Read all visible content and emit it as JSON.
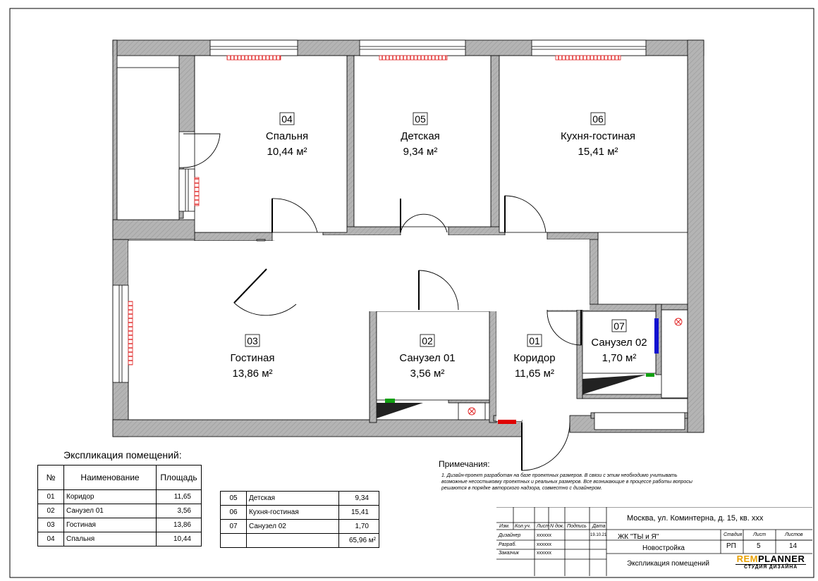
{
  "rooms": [
    {
      "num": "01",
      "name": "Коридор",
      "area": "11,65 м²"
    },
    {
      "num": "02",
      "name": "Санузел 01",
      "area": "3,56 м²"
    },
    {
      "num": "03",
      "name": "Гостиная",
      "area": "13,86 м²"
    },
    {
      "num": "04",
      "name": "Спальня",
      "area": "10,44 м²"
    },
    {
      "num": "05",
      "name": "Детская",
      "area": "9,34 м²"
    },
    {
      "num": "06",
      "name": "Кухня-гостиная",
      "area": "15,41 м²"
    },
    {
      "num": "07",
      "name": "Санузел 02",
      "area": "1,70 м²"
    }
  ],
  "explication": {
    "title": "Экспликация помещений:",
    "headers": {
      "num": "№",
      "name": "Наименование",
      "area": "Площадь"
    },
    "left_rows": [
      {
        "num": "01",
        "name": "Коридор",
        "area": "11,65"
      },
      {
        "num": "02",
        "name": "Санузел 01",
        "area": "3,56"
      },
      {
        "num": "03",
        "name": "Гостиная",
        "area": "13,86"
      },
      {
        "num": "04",
        "name": "Спальня",
        "area": "10,44"
      }
    ],
    "right_rows": [
      {
        "num": "05",
        "name": "Детская",
        "area": "9,34"
      },
      {
        "num": "06",
        "name": "Кухня-гостиная",
        "area": "15,41"
      },
      {
        "num": "07",
        "name": "Санузел 02",
        "area": "1,70"
      }
    ],
    "total": "65,96 м²"
  },
  "notes": {
    "title": "Примечания:",
    "text": "1. Дизайн-проект разработан на базе проектных размеров. В связи с этим необходимо учитывать возможные несостыковку проектных и реальных размеров. Все возникающие в процессе работы вопросы решаются в порядке авторского надзора, совместно с дизайнером."
  },
  "title_block": {
    "address": "Москва, ул. Коминтерна, д. 15, кв. ххх",
    "col_headers": [
      "Изм.",
      "Кол.уч.",
      "Лист",
      "N док.",
      "Подпись",
      "Дата"
    ],
    "roles": [
      {
        "role": "Дизайнер",
        "name": "хххххх",
        "date": "19.10.21"
      },
      {
        "role": "Разраб.",
        "name": "хххххх",
        "date": ""
      },
      {
        "role": "Заказчик",
        "name": "хххххх",
        "date": ""
      }
    ],
    "complex": "ЖК \"ТЫ и Я\"",
    "type": "Новостройка",
    "sheet_name": "Экспликация помещений",
    "stage_label": "Стадия",
    "sheet_label": "Лист",
    "sheets_label": "Листов",
    "stage": "РП",
    "sheet": "5",
    "sheets": "14",
    "logo_main_a": "REM",
    "logo_main_b": "PLANNER",
    "logo_sub": "СТУДИЯ ДИЗАЙНА"
  },
  "colors": {
    "wall": "#b4b4b4",
    "heater": "#e02020",
    "blue": "#1010d0",
    "green": "#10a010",
    "red": "#e00000"
  }
}
